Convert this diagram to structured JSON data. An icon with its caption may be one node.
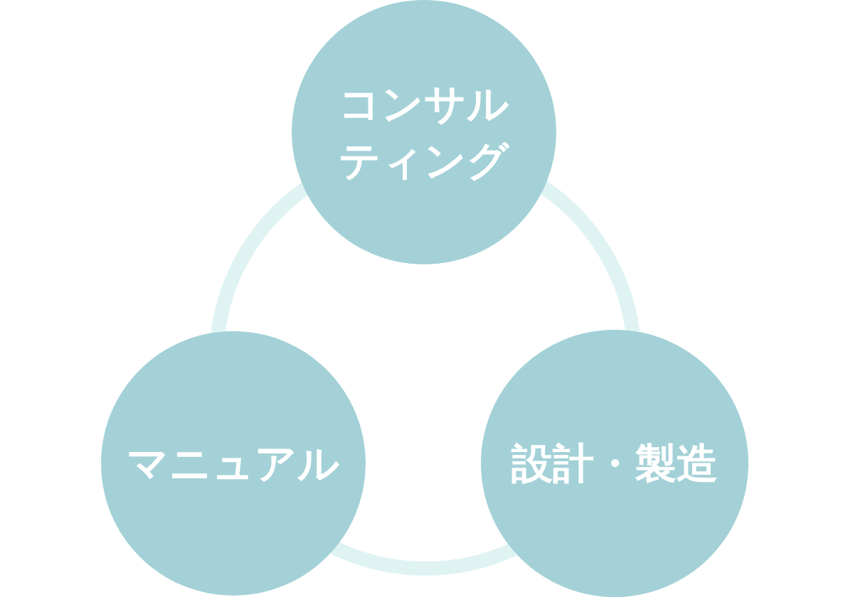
{
  "diagram": {
    "nodes": [
      {
        "text": [
          "コンサルティング"
        ]
      },
      {
        "text": [
          "マニュアル"
        ]
      },
      {
        "text": [
          "設計・製造"
        ]
      }
    ],
    "edges": [
      {
        "from": 0,
        "to": 2,
        "arrow": "none"
      },
      {
        "from": 2,
        "to": 1,
        "arrow": "none"
      },
      {
        "from": 1,
        "to": 0,
        "arrow": "none"
      }
    ]
  }
}
